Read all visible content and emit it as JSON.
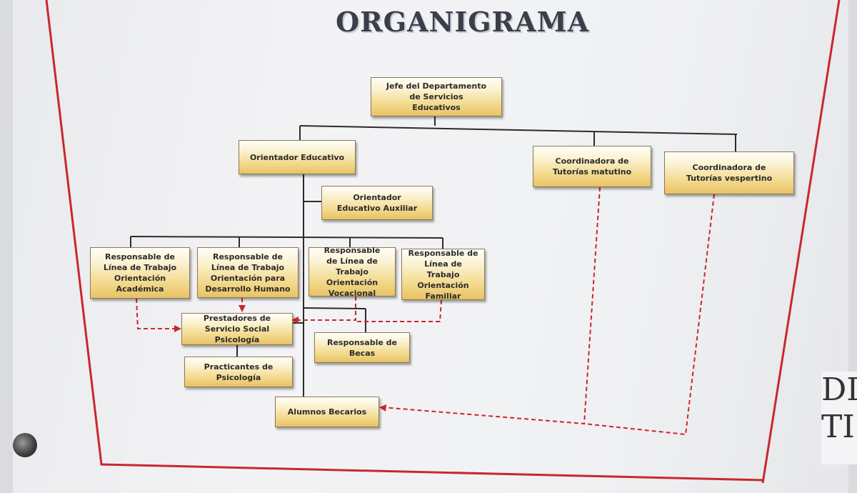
{
  "title": "ORGANIGRAMA",
  "colors": {
    "box_fill": "#f3d98c",
    "connector": "#2b2b2b",
    "dashed_link": "#c8282e",
    "page_border": "#c8282e"
  },
  "nodes": {
    "jefe": "Jefe del Departamento de Servicios Educativos",
    "orientador": "Orientador Educativo",
    "coord_matutino": "Coordinadora de Tutorías matutino",
    "coord_vespertino": "Coordinadora de Tutorías vespertino",
    "orientador_aux": "Orientador Educativo Auxiliar",
    "resp_academica": "Responsable de Línea de Trabajo Orientación Académica",
    "resp_desarrollo": "Responsable de Línea de Trabajo Orientación para Desarrollo Humano",
    "resp_vocacional": "Responsable de Línea de Trabajo Orientación Vocacional",
    "resp_familiar": "Responsable de Línea de Trabajo Orientación Familiar",
    "prestadores": "Prestadores de Servicio Social Psicología",
    "becas": "Responsable de Becas",
    "practicantes": "Practicantes de Psicología",
    "alumnos": "Alumnos Becarios"
  },
  "side_text": "DI TI"
}
